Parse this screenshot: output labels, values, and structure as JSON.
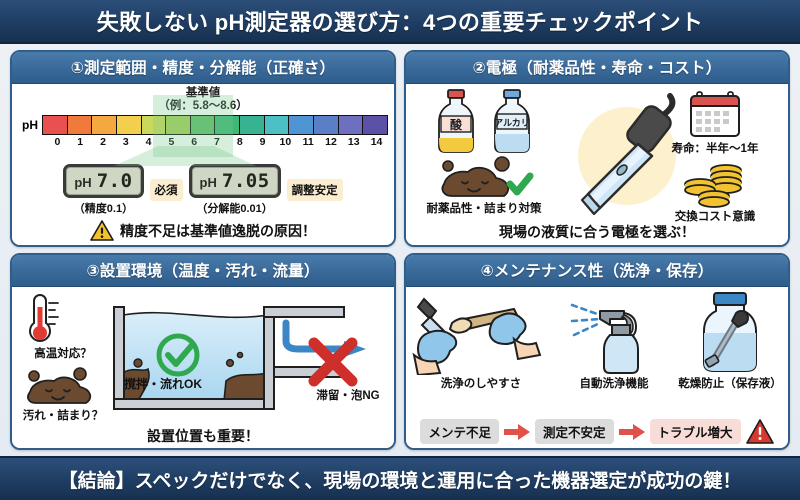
{
  "title": "失敗しない pH測定器の選び方：4つの重要チェックポイント",
  "footer": "【結論】スペックだけでなく、現場の環境と運用に合った機器選定が成功の鍵！",
  "colors": {
    "header_blue": "#2f5d8c",
    "banner_blue": "#1f3d63",
    "highlight_green": "#78c88c",
    "warn_yellow": "#f2c230",
    "alert_red": "#d8382f",
    "check_green": "#2fa84f",
    "note_cream": "#fbeed0"
  },
  "panel1": {
    "header": "①測定範囲・精度・分解能（正確さ）",
    "reference_title": "基準値",
    "reference_range": "（例：5.8〜8.6）",
    "ph_axis_label": "pH",
    "ticks": [
      "0",
      "1",
      "2",
      "3",
      "4",
      "5",
      "6",
      "7",
      "8",
      "9",
      "10",
      "11",
      "12",
      "13",
      "14"
    ],
    "band_colors": [
      "#e8514f",
      "#f07a3c",
      "#f5a83f",
      "#f2cf4c",
      "#c9d95c",
      "#a8d05c",
      "#62c06d",
      "#3fb877",
      "#37b392",
      "#4cc0c4",
      "#4f95d4",
      "#5a7fc6",
      "#6f6fc0",
      "#5b52a8"
    ],
    "highlight_from": 5.8,
    "highlight_to": 8.6,
    "meters": [
      {
        "label": "pH",
        "value": "7.0",
        "sub": "（精度0.1）",
        "note": "必須"
      },
      {
        "label": "pH",
        "value": "7.05",
        "sub": "（分解能0.01）",
        "note": "調整安定"
      }
    ],
    "warning": "精度不足は基準値逸脱の原因！",
    "warning_icon": "warning-triangle-icon"
  },
  "panel2": {
    "header": "②電極（耐薬品性・寿命・コスト）",
    "bottle_acid_label": "酸",
    "bottle_alkali_label": "アルカリ",
    "caption_left": "耐薬品性・詰まり対策",
    "caption_life": "寿命：半年〜1年",
    "caption_cost": "交換コスト意識",
    "bottom": "現場の液質に合う電極を選ぶ！",
    "icons": [
      "acid-bottle-icon",
      "alkali-bottle-icon",
      "check-mark-icon",
      "dirt-clog-icon",
      "ph-electrode-icon",
      "calendar-icon",
      "coin-stack-icon"
    ]
  },
  "panel3": {
    "header": "③設置環境（温度・汚れ・流量）",
    "left_top": "高温対応？",
    "left_bottom": "汚れ・詰まり？",
    "tank_label": "撹拌・流れOK",
    "right_label": "滞留・泡NG",
    "bottom": "設置位置も重要！",
    "icons": [
      "thermometer-icon",
      "dirt-clog-icon",
      "circle-check-icon",
      "red-cross-icon",
      "flow-arrow-icon"
    ]
  },
  "panel4": {
    "header": "④メンテナンス性（洗浄・保存）",
    "captions": [
      "洗浄のしやすさ",
      "自動洗浄機能",
      "乾燥防止（保存液）"
    ],
    "chain": [
      "メンテ不足",
      "測定不安定",
      "トラブル増大"
    ],
    "chain_alert_icon": "warning-triangle-icon",
    "icons": [
      "gloved-hands-cleaning-icon",
      "spray-bottle-icon",
      "storage-bottle-icon",
      "arrow-right-icon"
    ]
  }
}
